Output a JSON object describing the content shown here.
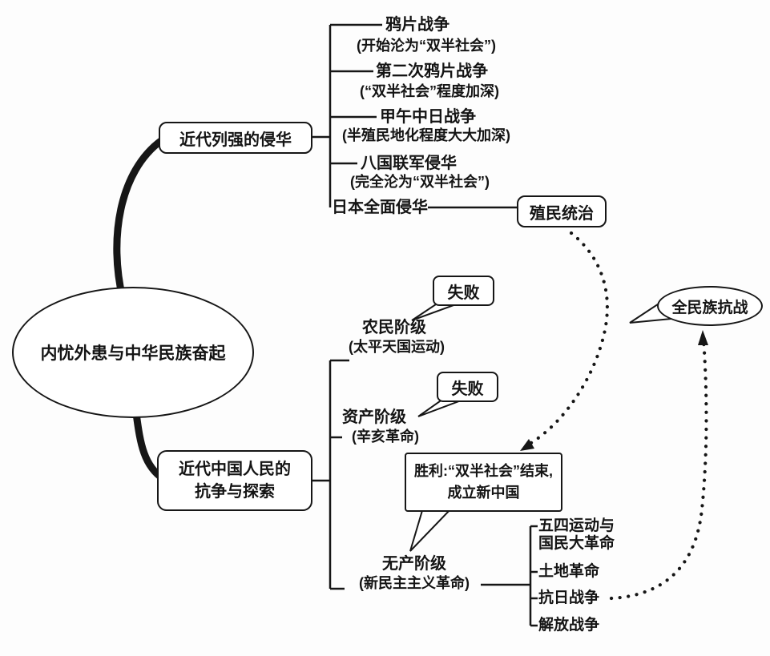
{
  "center": {
    "label": "内忧外患与中华民族奋起"
  },
  "aggression": {
    "label": "近代列强的侵华",
    "items": [
      {
        "title": "鸦片战争",
        "note": "(开始沦为“双半社会”)"
      },
      {
        "title": "第二次鸦片战争",
        "note": "(“双半社会”程度加深)"
      },
      {
        "title": "甲午中日战争",
        "note": "(半殖民地化程度大大加深)"
      },
      {
        "title": "八国联军侵华",
        "note": "(完全沦为“双半社会”)"
      },
      {
        "title": "日本全面侵华"
      }
    ],
    "colonial_rule_label": "殖民统治"
  },
  "resistance": {
    "label_line1": "近代中国人民的",
    "label_line2": "抗争与探索",
    "classes": [
      {
        "title": "农民阶级",
        "note": "(太平天国运动)",
        "result": "失败"
      },
      {
        "title": "资产阶级",
        "note": "(辛亥革命)",
        "result": "失败"
      },
      {
        "title": "无产阶级",
        "note": "(新民主主义革命)"
      }
    ],
    "victory": {
      "line1": "胜利:“双半社会”结束,",
      "line2": "成立新中国"
    },
    "revolution_stages": [
      {
        "line1": "五四运动与",
        "line2": "国民大革命"
      },
      {
        "line1": "土地革命"
      },
      {
        "line1": "抗日战争"
      },
      {
        "line1": "解放战争"
      }
    ]
  },
  "national_war": {
    "label": "全民族抗战"
  },
  "colors": {
    "ink": "#161616",
    "background": "#fdfdfd"
  }
}
